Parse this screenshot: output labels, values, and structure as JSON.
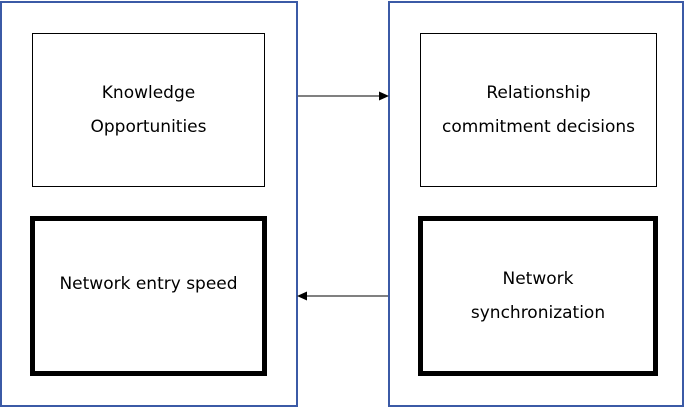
{
  "diagram": {
    "left_panel": {
      "top_box": {
        "lines": [
          "Knowledge",
          "Opportunities"
        ]
      },
      "bottom_box": {
        "lines": [
          "Network entry speed"
        ]
      }
    },
    "right_panel": {
      "top_box": {
        "lines": [
          "Relationship",
          "commitment decisions"
        ]
      },
      "bottom_box": {
        "lines": [
          "Network",
          "synchronization"
        ]
      }
    },
    "arrows": [
      {
        "from": "left_panel",
        "to": "right_panel"
      },
      {
        "from": "right_panel",
        "to": "left_panel"
      }
    ],
    "colors": {
      "panel_border": "#3b5aa6",
      "box_border": "#000000",
      "arrow": "#000000"
    }
  }
}
